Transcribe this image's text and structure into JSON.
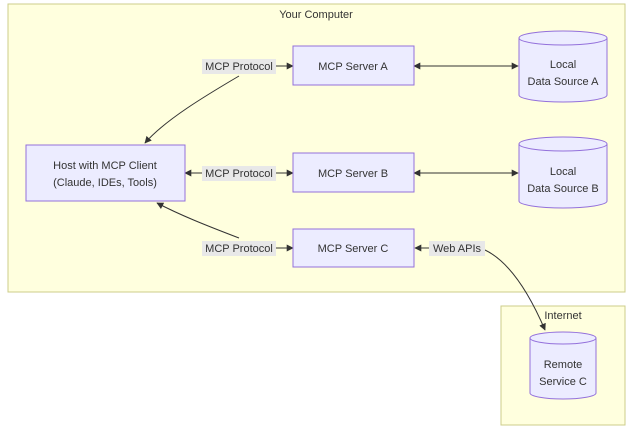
{
  "clusters": {
    "your_computer": "Your Computer",
    "internet": "Internet"
  },
  "nodes": {
    "host": [
      "Host with MCP Client",
      "(Claude, IDEs, Tools)"
    ],
    "server_a": "MCP Server A",
    "server_b": "MCP Server B",
    "server_c": "MCP Server C",
    "source_a": [
      "Local",
      "Data Source A"
    ],
    "source_b": [
      "Local",
      "Data Source B"
    ],
    "remote_c": [
      "Remote",
      "Service C"
    ]
  },
  "edge_labels": {
    "protocol_a": "MCP Protocol",
    "protocol_b": "MCP Protocol",
    "protocol_c": "MCP Protocol",
    "web_apis": "Web APIs"
  },
  "colors": {
    "cluster_fill": "#ffffde",
    "cluster_stroke": "#cccc8a",
    "node_fill": "#ececff",
    "node_stroke": "#9370db",
    "edge": "#333333",
    "label_bg": "#e8e8e8",
    "text": "#333333"
  }
}
